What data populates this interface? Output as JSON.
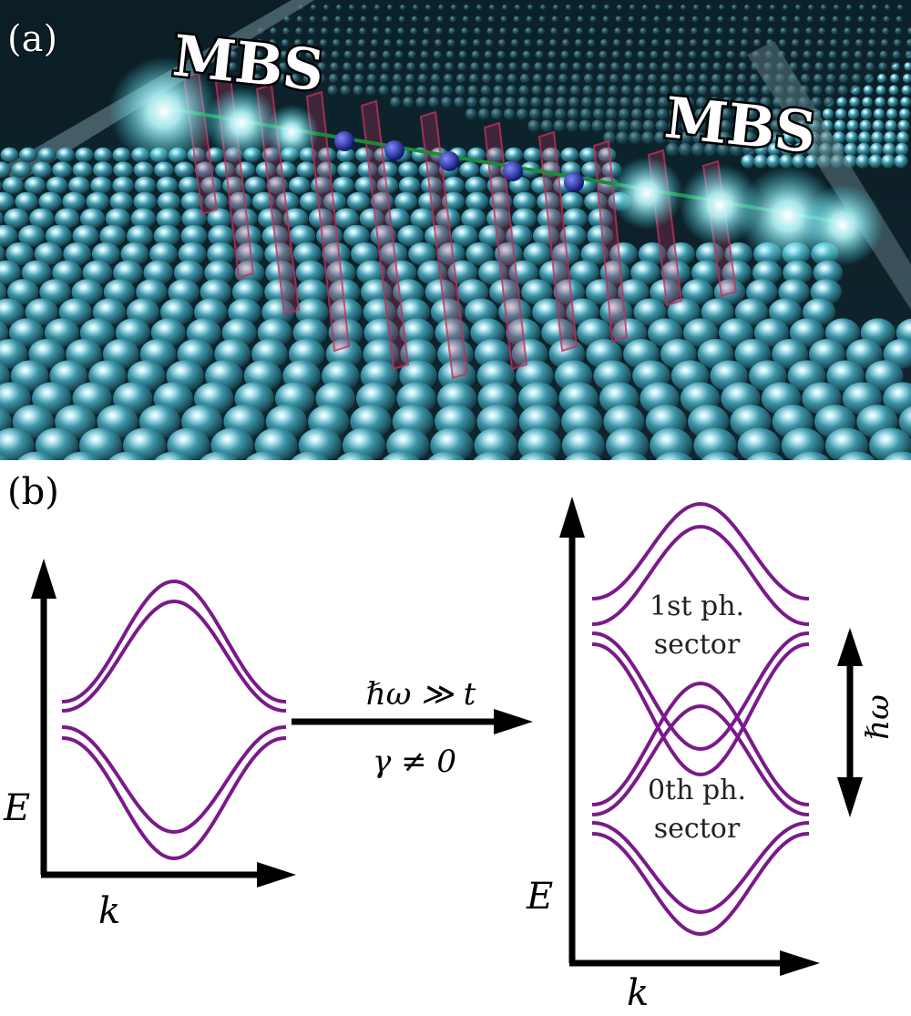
{
  "panel_a": {
    "label": "(a)",
    "left_mbs_label": "MBS",
    "right_mbs_label": "MBS"
  },
  "panel_b": {
    "label": "(b)",
    "left_plot": {
      "y_axis_label": "E",
      "x_axis_label": "k"
    },
    "right_plot": {
      "y_axis_label": "E",
      "x_axis_label": "k",
      "upper_sector_line1": "1st ph.",
      "upper_sector_line2": "sector",
      "lower_sector_line1": "0th ph.",
      "lower_sector_line2": "sector"
    },
    "transition_top_label": "ℏω ≫ t",
    "transition_bottom_label": "γ ≠ 0",
    "spacing_label": "ℏω"
  },
  "colors": {
    "band": "#7a1a8a",
    "substrate": "#2e7e92",
    "glow": "#9ff6ff",
    "wave": "#c0305a",
    "atom": "#1a22a8"
  }
}
